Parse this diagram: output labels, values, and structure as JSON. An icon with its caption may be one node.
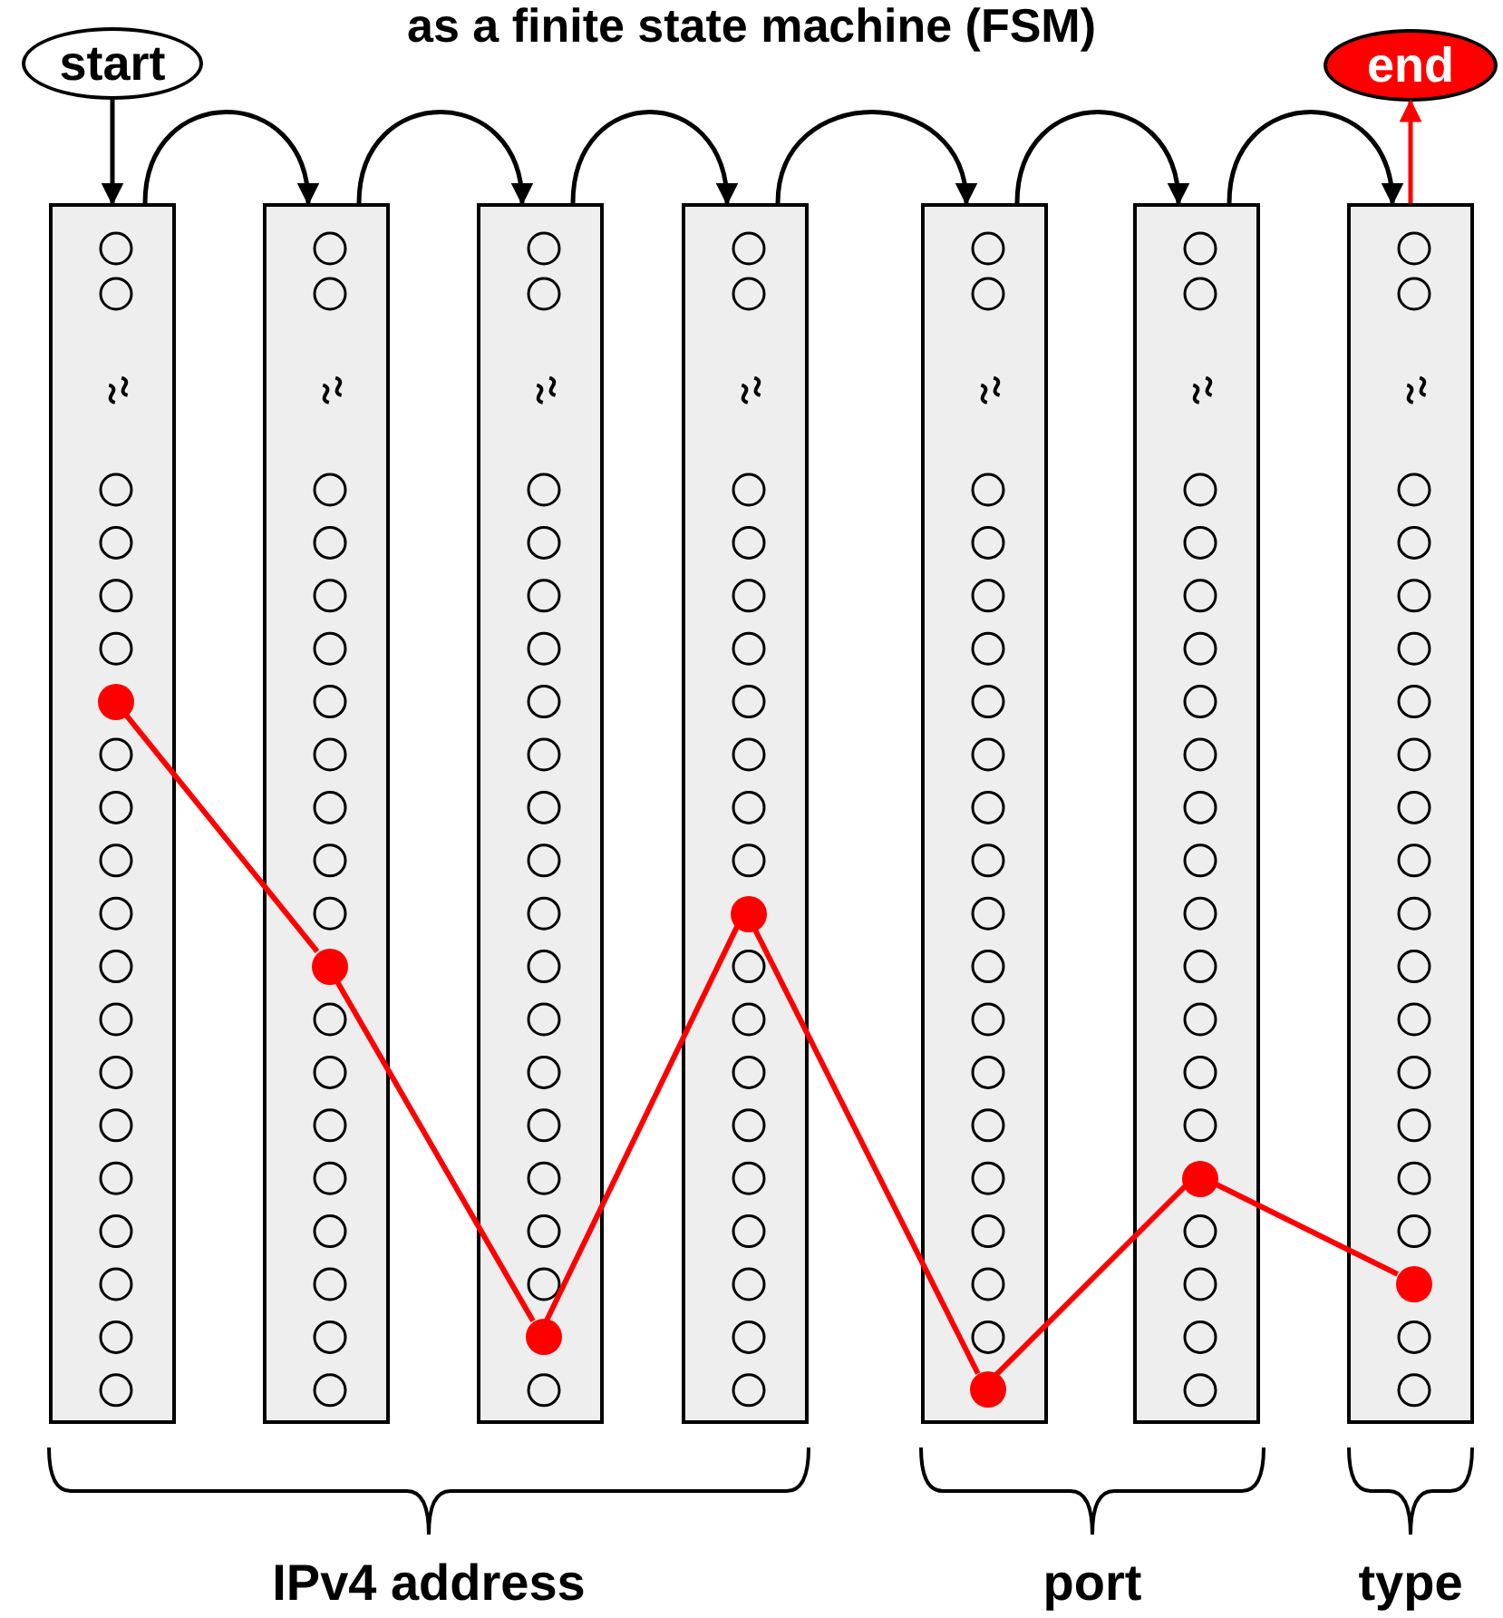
{
  "diagram": {
    "title": "as a finite state machine (FSM)",
    "nodes": [
      {
        "text": [
          "start"
        ]
      },
      {
        "text": [
          "end"
        ]
      },
      {
        "text": [],
        "shape": "bar"
      },
      {
        "text": [],
        "shape": "bar"
      },
      {
        "text": [],
        "shape": "bar"
      },
      {
        "text": [],
        "shape": "bar"
      },
      {
        "text": [],
        "shape": "bar"
      },
      {
        "text": [],
        "shape": "bar"
      },
      {
        "text": [],
        "shape": "bar"
      },
      {
        "text": [],
        "shape": "circle",
        "in": 2
      },
      {
        "text": [],
        "shape": "circle",
        "in": 3
      },
      {
        "text": [],
        "shape": "circle",
        "in": 4
      },
      {
        "text": [],
        "shape": "circle",
        "in": 5
      },
      {
        "text": [],
        "shape": "circle",
        "in": 6
      },
      {
        "text": [],
        "shape": "circle",
        "in": 7
      },
      {
        "text": [],
        "shape": "circle",
        "in": 8
      }
    ],
    "edges": [
      {
        "from": 0,
        "to": 2,
        "arrow": "to"
      },
      {
        "from": 2,
        "to": 3,
        "arrow": "to"
      },
      {
        "from": 3,
        "to": 4,
        "arrow": "to"
      },
      {
        "from": 4,
        "to": 5,
        "arrow": "to"
      },
      {
        "from": 5,
        "to": 6,
        "arrow": "to"
      },
      {
        "from": 6,
        "to": 7,
        "arrow": "to"
      },
      {
        "from": 7,
        "to": 8,
        "arrow": "to"
      },
      {
        "from": 8,
        "to": 1,
        "arrow": "to",
        "color": "#ff0000"
      },
      {
        "from": 9,
        "to": 10,
        "arrow": "none",
        "color": "#ff0000"
      },
      {
        "from": 10,
        "to": 11,
        "arrow": "none",
        "color": "#ff0000"
      },
      {
        "from": 11,
        "to": 12,
        "arrow": "none",
        "color": "#ff0000"
      },
      {
        "from": 12,
        "to": 13,
        "arrow": "none",
        "color": "#ff0000"
      },
      {
        "from": 13,
        "to": 14,
        "arrow": "none",
        "color": "#ff0000"
      },
      {
        "from": 14,
        "to": 15,
        "arrow": "none",
        "color": "#ff0000"
      }
    ],
    "labels": [
      "IPv4 address",
      "port",
      "type"
    ]
  }
}
